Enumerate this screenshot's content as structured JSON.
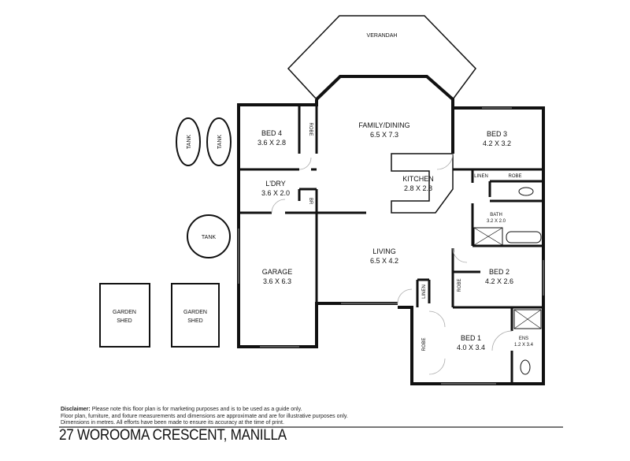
{
  "rooms": {
    "verandah": {
      "name": "VERANDAH"
    },
    "family_dining": {
      "name": "FAMILY/DINING",
      "size": "6.5 X 7.3"
    },
    "bed4": {
      "name": "BED 4",
      "size": "3.6 X 2.8"
    },
    "bed4_robe": {
      "name": "ROBE"
    },
    "laundry": {
      "name": "L'DRY",
      "size": "3.6 X 2.0"
    },
    "br": {
      "name": "BR"
    },
    "garage": {
      "name": "GARAGE",
      "size": "3.6 X 6.3"
    },
    "kitchen": {
      "name": "KITCHEN",
      "size": "2.8 X 2.8"
    },
    "living": {
      "name": "LIVING",
      "size": "6.5 X 4.2"
    },
    "bed3": {
      "name": "BED 3",
      "size": "4.2 X 3.2"
    },
    "linen1": {
      "name": "LINEN"
    },
    "bed3_robe": {
      "name": "ROBE"
    },
    "bath": {
      "name": "BATH",
      "size": "3.2 X 2.0"
    },
    "bed2": {
      "name": "BED 2",
      "size": "4.2 X 2.6"
    },
    "bed2_robe": {
      "name": "ROBE"
    },
    "linen2": {
      "name": "LINEN"
    },
    "bed1": {
      "name": "BED 1",
      "size": "4.0 X 3.4"
    },
    "bed1_robe": {
      "name": "ROBE"
    },
    "ensuite": {
      "name": "ENS",
      "size": "1.2 X 3.4"
    }
  },
  "outdoor": {
    "tank1": "TANK",
    "tank2": "TANK",
    "tank3": "TANK",
    "shed1": [
      "GARDEN",
      "SHED"
    ],
    "shed2": [
      "GARDEN",
      "SHED"
    ]
  },
  "footer": {
    "disclaimer_label": "Disclaimer:",
    "disclaimer_line1": " Please note this floor plan is for marketing purposes and is to be used as a guide only.",
    "disclaimer_line2": "Floor plan, furniture, and fixture measurements and dimensions are approximate and are for illustrative purposes only.",
    "disclaimer_line3": "Dimensions in metres. All efforts have been made to ensure its accuracy at the time of print.",
    "address": "27 WOROOMA CRESCENT, MANILLA"
  }
}
